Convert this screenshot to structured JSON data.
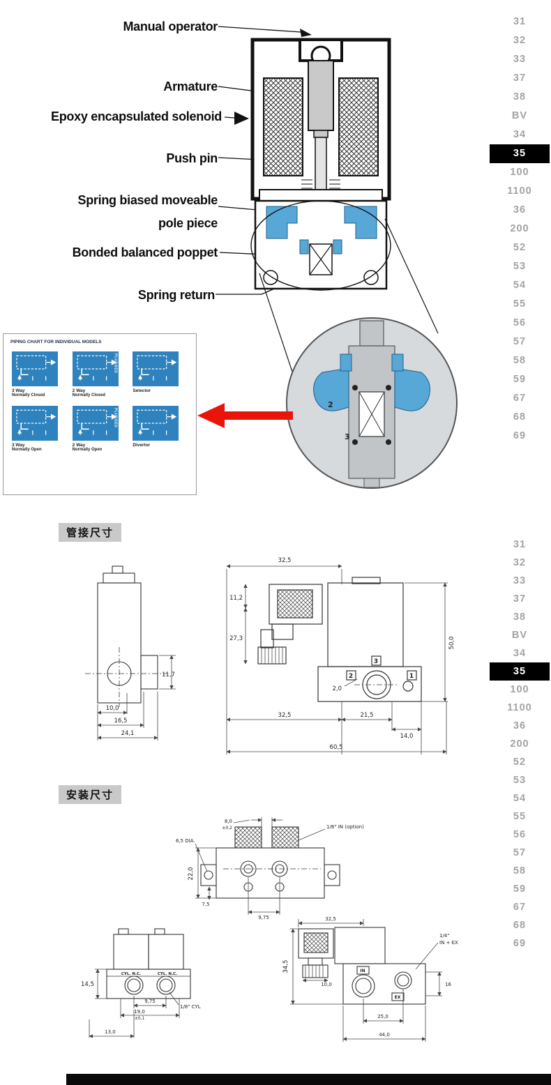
{
  "sidebar": {
    "items": [
      "31",
      "32",
      "33",
      "37",
      "38",
      "BV",
      "34",
      "35",
      "100",
      "1100",
      "36",
      "200",
      "52",
      "53",
      "54",
      "55",
      "56",
      "57",
      "58",
      "59",
      "67",
      "68",
      "69"
    ],
    "highlighted": "35"
  },
  "valve_diagram": {
    "callouts": {
      "manual_operator": "Manual operator",
      "armature": "Armature",
      "epoxy_solenoid": "Epoxy encapsulated solenoid",
      "push_pin": "Push pin",
      "pole_piece_line1": "Spring biased moveable",
      "pole_piece_line2": "pole piece",
      "poppet": "Bonded balanced poppet",
      "spring_return": "Spring return"
    },
    "detail_labels": {
      "port2": "2",
      "port3": "3"
    }
  },
  "piping_chart": {
    "title": "PIPING CHART FOR INDIVIDUAL MODELS",
    "tiles": [
      {
        "name": "3 Way",
        "sub": "Normally Closed",
        "note": ""
      },
      {
        "name": "2 Way",
        "sub": "Normally Closed",
        "note": "PLUGGED"
      },
      {
        "name": "Selector",
        "sub": "",
        "note": ""
      },
      {
        "name": "3 Way",
        "sub": "Normally Open",
        "note": ""
      },
      {
        "name": "2 Way",
        "sub": "Normally Open",
        "note": "PLUGGED"
      },
      {
        "name": "Divertor",
        "sub": "",
        "note": ""
      }
    ]
  },
  "section_headers": {
    "piping": "管接尺寸",
    "mounting": "安装尺寸"
  },
  "piping_dims": {
    "left_view": {
      "side_height": "11,7",
      "w1": "10,0",
      "w2": "16,5",
      "w3": "24,1"
    },
    "right_view": {
      "top_width": "32,5",
      "conn_offset": "11,2",
      "conn_height": "27,3",
      "port_offset": "2,0",
      "overall_height": "50,0",
      "bottom_w1": "32,5",
      "bottom_w2": "21,5",
      "bottom_w3": "14,0",
      "overall_width": "60,5",
      "port1": "1",
      "port2": "2",
      "port3": "3"
    }
  },
  "mounting_dims": {
    "top_view": {
      "w": "8,0",
      "w_tol": "±0,2",
      "hole_dia": "6,5 DIA.",
      "port_option": "1/8\" IN (option)",
      "h1": "22,0",
      "h2": "7,5",
      "pitch": "9,75"
    },
    "front_view": {
      "valve1_label": "CYL. N.C.",
      "valve2_label": "CYL. N.C.",
      "height": "14,5",
      "pitch": "9,75",
      "w1": "19,0",
      "w1_tol": "±0,1",
      "w2": "13,0",
      "cyl_port": "1/8\" CYL"
    },
    "side_view": {
      "top_width": "32,5",
      "height": "34,5",
      "conn_dim": "10,0",
      "port_line1": "1/4\"",
      "port_line2": "IN + EX",
      "depth": "16",
      "in_label": "IN",
      "ex_label": "EX",
      "b1": "25,0",
      "b2": "44,0"
    }
  }
}
